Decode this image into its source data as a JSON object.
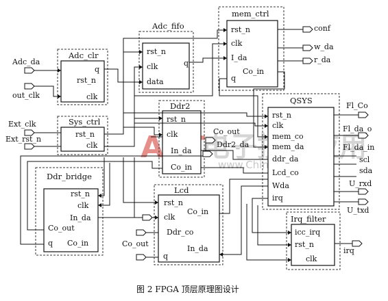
{
  "modules": {
    "adc_clr": {
      "title": "Adc_clr",
      "ports": [
        "q",
        "rst_n",
        "clk"
      ]
    },
    "sys_ctrl": {
      "title": "Sys_ctrl",
      "ports": [
        "rst_n",
        "clk"
      ]
    },
    "ddr_bridge": {
      "title": "Ddr_bridge",
      "ports": [
        "rst_n",
        "clk",
        "In_da",
        "Co_out",
        "q",
        "Co_in"
      ]
    },
    "adc_fifo": {
      "title": "Adc_fifo",
      "ports": [
        "rst_n",
        "clk",
        "data",
        "q"
      ]
    },
    "ddr2": {
      "title": "Ddr2",
      "ports": [
        "rst_n",
        "clk",
        "In_da",
        "Co_in"
      ]
    },
    "lcd": {
      "title": "Lcd",
      "ports": [
        "rst_n",
        "clk",
        "Co_in",
        "Ddr_co",
        "In_da",
        "q"
      ]
    },
    "mem_ctrl": {
      "title": "mem_ctrl",
      "ports": [
        "rst_n",
        "clk",
        "I_da",
        "Co_in",
        "q"
      ]
    },
    "qsys": {
      "title": "QSYS",
      "ports": [
        "rst_n",
        "clk",
        "mem_co",
        "mem_da",
        "ddr_da",
        "Lcd_co",
        "Wda",
        "irq"
      ]
    },
    "irq_filter": {
      "title": "Irq_filter",
      "ports": [
        "icc_irq",
        "rst_n",
        "clk"
      ]
    }
  },
  "signals": {
    "adc_da": "Adc_da",
    "out_clk": "out_clk",
    "ext_clk": "Ext_clk",
    "ext_rst_n": "Ext_rst_n",
    "co_out_mid": "Co_out",
    "ddr2_da": "Ddr2_da",
    "co_out_low": "Co_out",
    "conf": "conf",
    "w_da": "w_da",
    "r_da": "r_da",
    "fl_co": "Fl_Co",
    "fl_da_o": "Fl_da_o",
    "fl_da_in": "Fl_da_in",
    "scl": "scl",
    "sda": "sda",
    "u_rxd": "U_rxd",
    "u_txd": "U_txd",
    "irq_out": "irq"
  },
  "watermark": {
    "letters": "AET",
    "chinese": "电子技术应用",
    "url": "www.ChinaAET.com"
  },
  "caption": "图 2   FPGA 顶层原理图设计"
}
